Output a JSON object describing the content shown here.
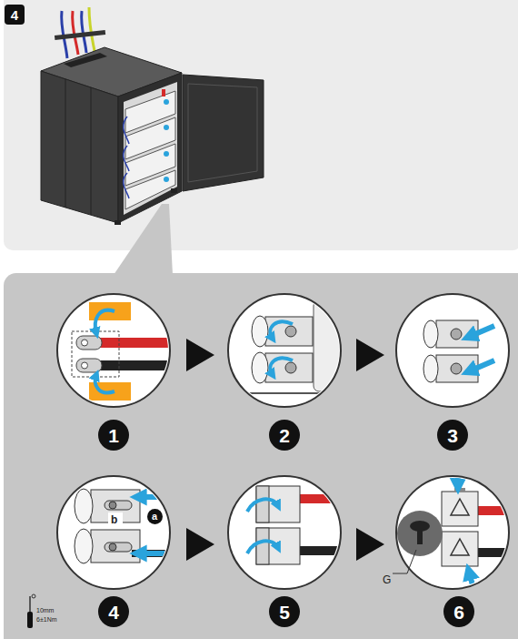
{
  "diagram": {
    "nodes": [
      {
        "text": [
          "4"
        ]
      },
      {
        "text": [
          "1"
        ]
      },
      {
        "text": [
          "2"
        ]
      },
      {
        "text": [
          "3"
        ]
      },
      {
        "text": [
          "a"
        ]
      },
      {
        "text": [
          "4"
        ]
      },
      {
        "text": [
          "5"
        ]
      },
      {
        "text": [
          "6"
        ]
      }
    ],
    "labels": [
      "b",
      "10mm",
      "6±1Nm",
      "G"
    ]
  }
}
